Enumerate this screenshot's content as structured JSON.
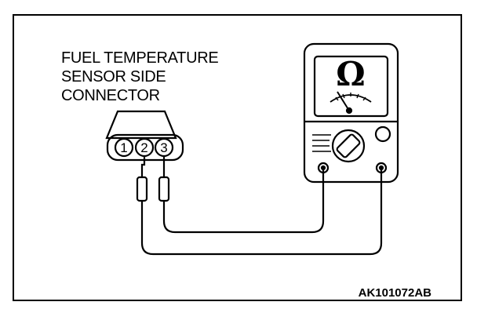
{
  "label_lines": [
    "FUEL TEMPERATURE",
    "SENSOR SIDE",
    "CONNECTOR"
  ],
  "connector_pins": [
    "1",
    "2",
    "3"
  ],
  "meter_symbol": "Ω",
  "figure_code": "AK101072AB"
}
